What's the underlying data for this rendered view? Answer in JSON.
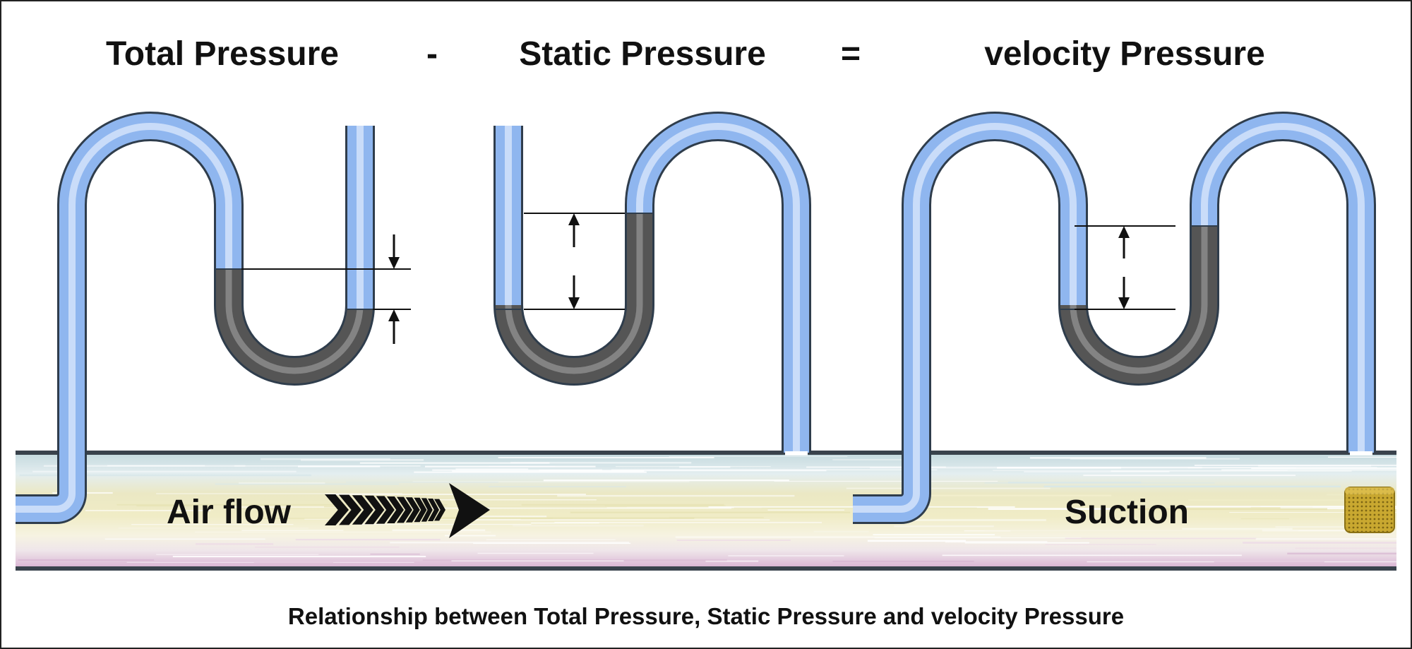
{
  "equation": {
    "term_total": "Total Pressure",
    "operator_minus": "-",
    "term_static": "Static Pressure",
    "operator_equals": "=",
    "term_velocity": "velocity Pressure"
  },
  "duct": {
    "airflow_label": "Air flow",
    "suction_label": "Suction"
  },
  "caption": "Relationship between Total Pressure, Static Pressure and velocity Pressure",
  "colors": {
    "tube_blue": "#8fb6ef",
    "tube_outline": "#2f3d4c",
    "fluid_dark": "#555555",
    "duct_stripe_blue": "#cfe1e6",
    "duct_stripe_yellow": "#efeac0",
    "duct_stripe_pink": "#e3c2dc",
    "suction_device": "#c9a830"
  },
  "icons": {
    "airflow_arrow": "chevron-arrow-right-icon",
    "suction_device": "brass-filter-icon"
  }
}
